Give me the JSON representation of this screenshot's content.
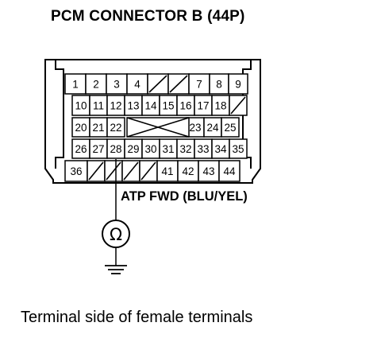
{
  "title": "PCM CONNECTOR B (44P)",
  "caption": "Terminal side of female terminals",
  "signal": {
    "label": "ATP FWD (BLU/YEL)",
    "pin": "28"
  },
  "meter": {
    "symbol": "Ω"
  },
  "connector": {
    "rows": [
      [
        "1",
        "2",
        "3",
        "4",
        "",
        "",
        "7",
        "8",
        "9"
      ],
      [
        "10",
        "11",
        "12",
        "13",
        "14",
        "15",
        "16",
        "17",
        "18",
        ""
      ],
      [
        "20",
        "21",
        "22",
        "",
        "23",
        "24",
        "25"
      ],
      [
        "26",
        "27",
        "28",
        "29",
        "30",
        "31",
        "32",
        "33",
        "34",
        "35"
      ],
      [
        "36",
        "",
        "",
        "",
        "",
        "41",
        "42",
        "43",
        "44"
      ]
    ]
  }
}
